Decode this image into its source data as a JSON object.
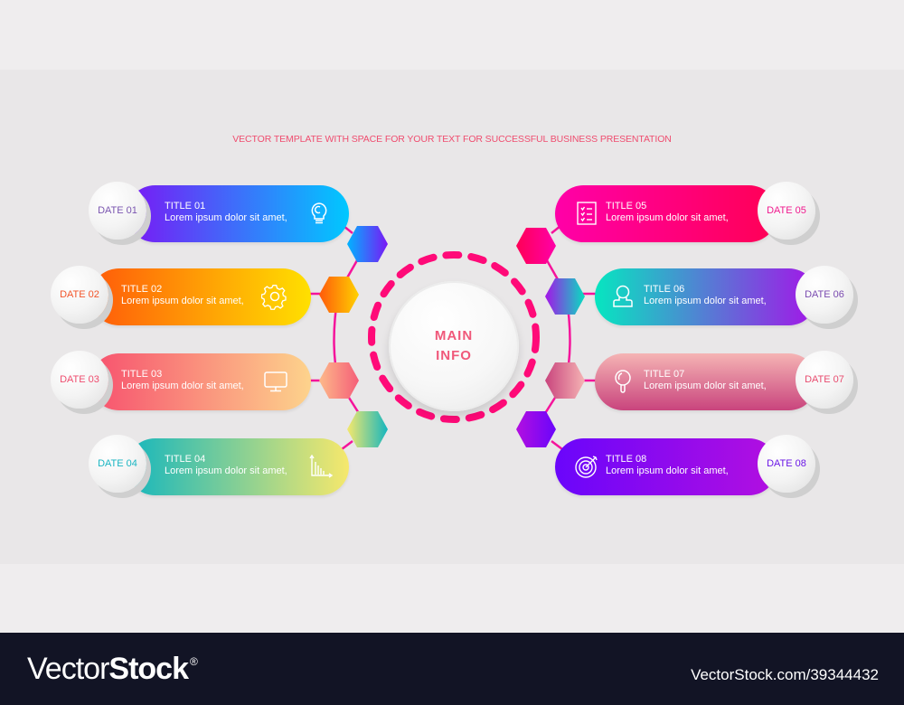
{
  "subtitle": "VECTOR TEMPLATE WITH SPACE FOR YOUR TEXT FOR SUCCESSFUL BUSINESS PRESENTATION",
  "center": {
    "line1": "MAIN",
    "line2": "INFO",
    "color": "#f0587a",
    "ring_color": "#ff0a78"
  },
  "connector_color": "#f5149b",
  "items": [
    {
      "side": "left",
      "date": "DATE 01",
      "title": "TITLE 01",
      "desc": "Lorem ipsum dolor sit amet,",
      "icon": "lightbulb-icon",
      "date_color": "#7a55b0",
      "gradient": [
        "#7a17f5",
        "#00c8ff"
      ]
    },
    {
      "side": "left",
      "date": "DATE 02",
      "title": "TITLE 02",
      "desc": "Lorem ipsum dolor sit amet,",
      "icon": "gear-icon",
      "date_color": "#f2552a",
      "gradient": [
        "#ff5a0a",
        "#ffe000"
      ]
    },
    {
      "side": "left",
      "date": "DATE 03",
      "title": "TITLE 03",
      "desc": "Lorem ipsum dolor sit amet,",
      "icon": "monitor-icon",
      "date_color": "#ef4d6f",
      "gradient": [
        "#f7506e",
        "#fdd38c"
      ]
    },
    {
      "side": "left",
      "date": "DATE 04",
      "title": "TITLE 04",
      "desc": "Lorem ipsum dolor sit amet,",
      "icon": "bar-chart-icon",
      "date_color": "#19b5c2",
      "gradient": [
        "#14b6be",
        "#f6e86c"
      ]
    },
    {
      "side": "right",
      "date": "DATE 05",
      "title": "TITLE 05",
      "desc": "Lorem ipsum dolor sit amet,",
      "icon": "checklist-icon",
      "date_color": "#f01a8e",
      "gradient": [
        "#ff00a8",
        "#ff0055"
      ]
    },
    {
      "side": "right",
      "date": "DATE 06",
      "title": "TITLE 06",
      "desc": "Lorem ipsum dolor sit amet,",
      "icon": "user-icon",
      "date_color": "#7a4bb0",
      "gradient": [
        "#06e6c0",
        "#a414e8"
      ]
    },
    {
      "side": "right",
      "date": "DATE 07",
      "title": "TITLE 07",
      "desc": "Lorem ipsum dolor sit amet,",
      "icon": "magnifier-icon",
      "date_color": "#e84c6f",
      "gradient": [
        "#f5b4b4",
        "#c9447d"
      ]
    },
    {
      "side": "right",
      "date": "DATE 08",
      "title": "TITLE 08",
      "desc": "Lorem ipsum dolor sit amet,",
      "icon": "target-icon",
      "date_color": "#6a16e6",
      "gradient": [
        "#6a05fb",
        "#b30fe0"
      ]
    }
  ],
  "footer": {
    "brand_light": "Vector",
    "brand_bold": "Stock",
    "brand_mark": "®",
    "stock_id": "VectorStock.com/39344432"
  }
}
